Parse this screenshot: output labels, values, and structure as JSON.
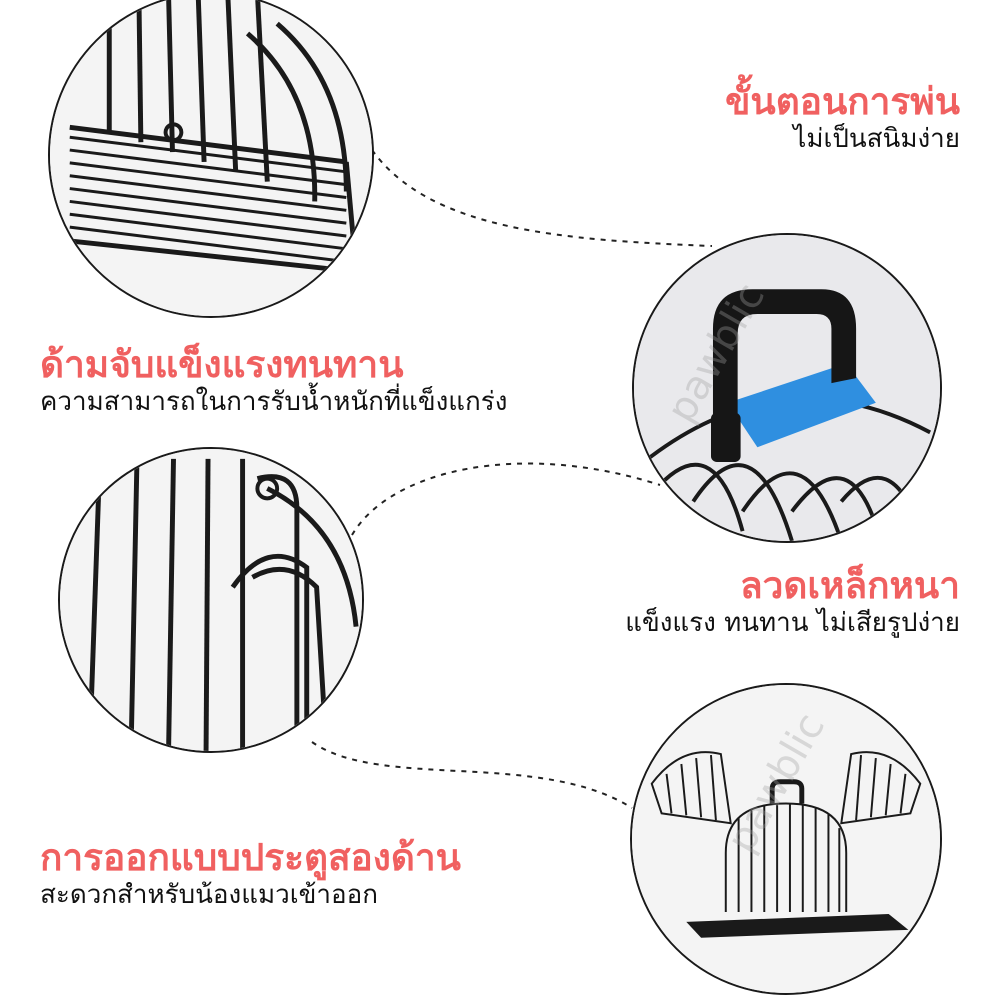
{
  "features": [
    {
      "title": "ขั้นตอนการพ่น",
      "desc": "ไม่เป็นสนิมง่าย"
    },
    {
      "title": "ด้ามจับแข็งแรงทนทาน",
      "desc": "ความสามารถในการรับน้ำหนักที่แข็งแกร่ง"
    },
    {
      "title": "ลวดเหล็กหนา",
      "desc": "แข็งแรง ทนทาน ไม่เสียรูปง่าย"
    },
    {
      "title": "การออกแบบประตูสองด้าน",
      "desc": "สะดวกสำหรับน้องแมวเข้าออก"
    }
  ],
  "watermark": "pawblic",
  "colors": {
    "accent": "#f06060",
    "text": "#111111",
    "wire": "#1a1a1a",
    "handle_blue": "#2f8fe0"
  }
}
